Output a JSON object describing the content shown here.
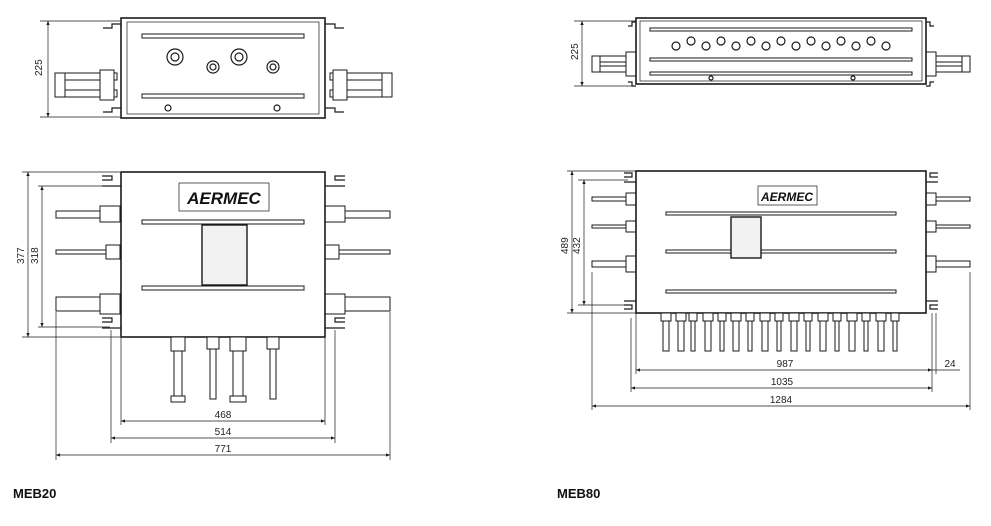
{
  "models": [
    {
      "caption": "MEB20",
      "logo": "AERMEC",
      "dims": {
        "top_height": "225",
        "height_outer": "377",
        "height_inner": "318",
        "width_box": "468",
        "width_brackets": "514",
        "width_total": "771"
      }
    },
    {
      "caption": "MEB80",
      "logo": "AERMEC",
      "dims": {
        "top_height": "225",
        "height_outer": "489",
        "height_inner": "432",
        "width_box": "987",
        "width_brackets": "1035",
        "width_total": "1284",
        "side_offset": "24"
      }
    }
  ]
}
